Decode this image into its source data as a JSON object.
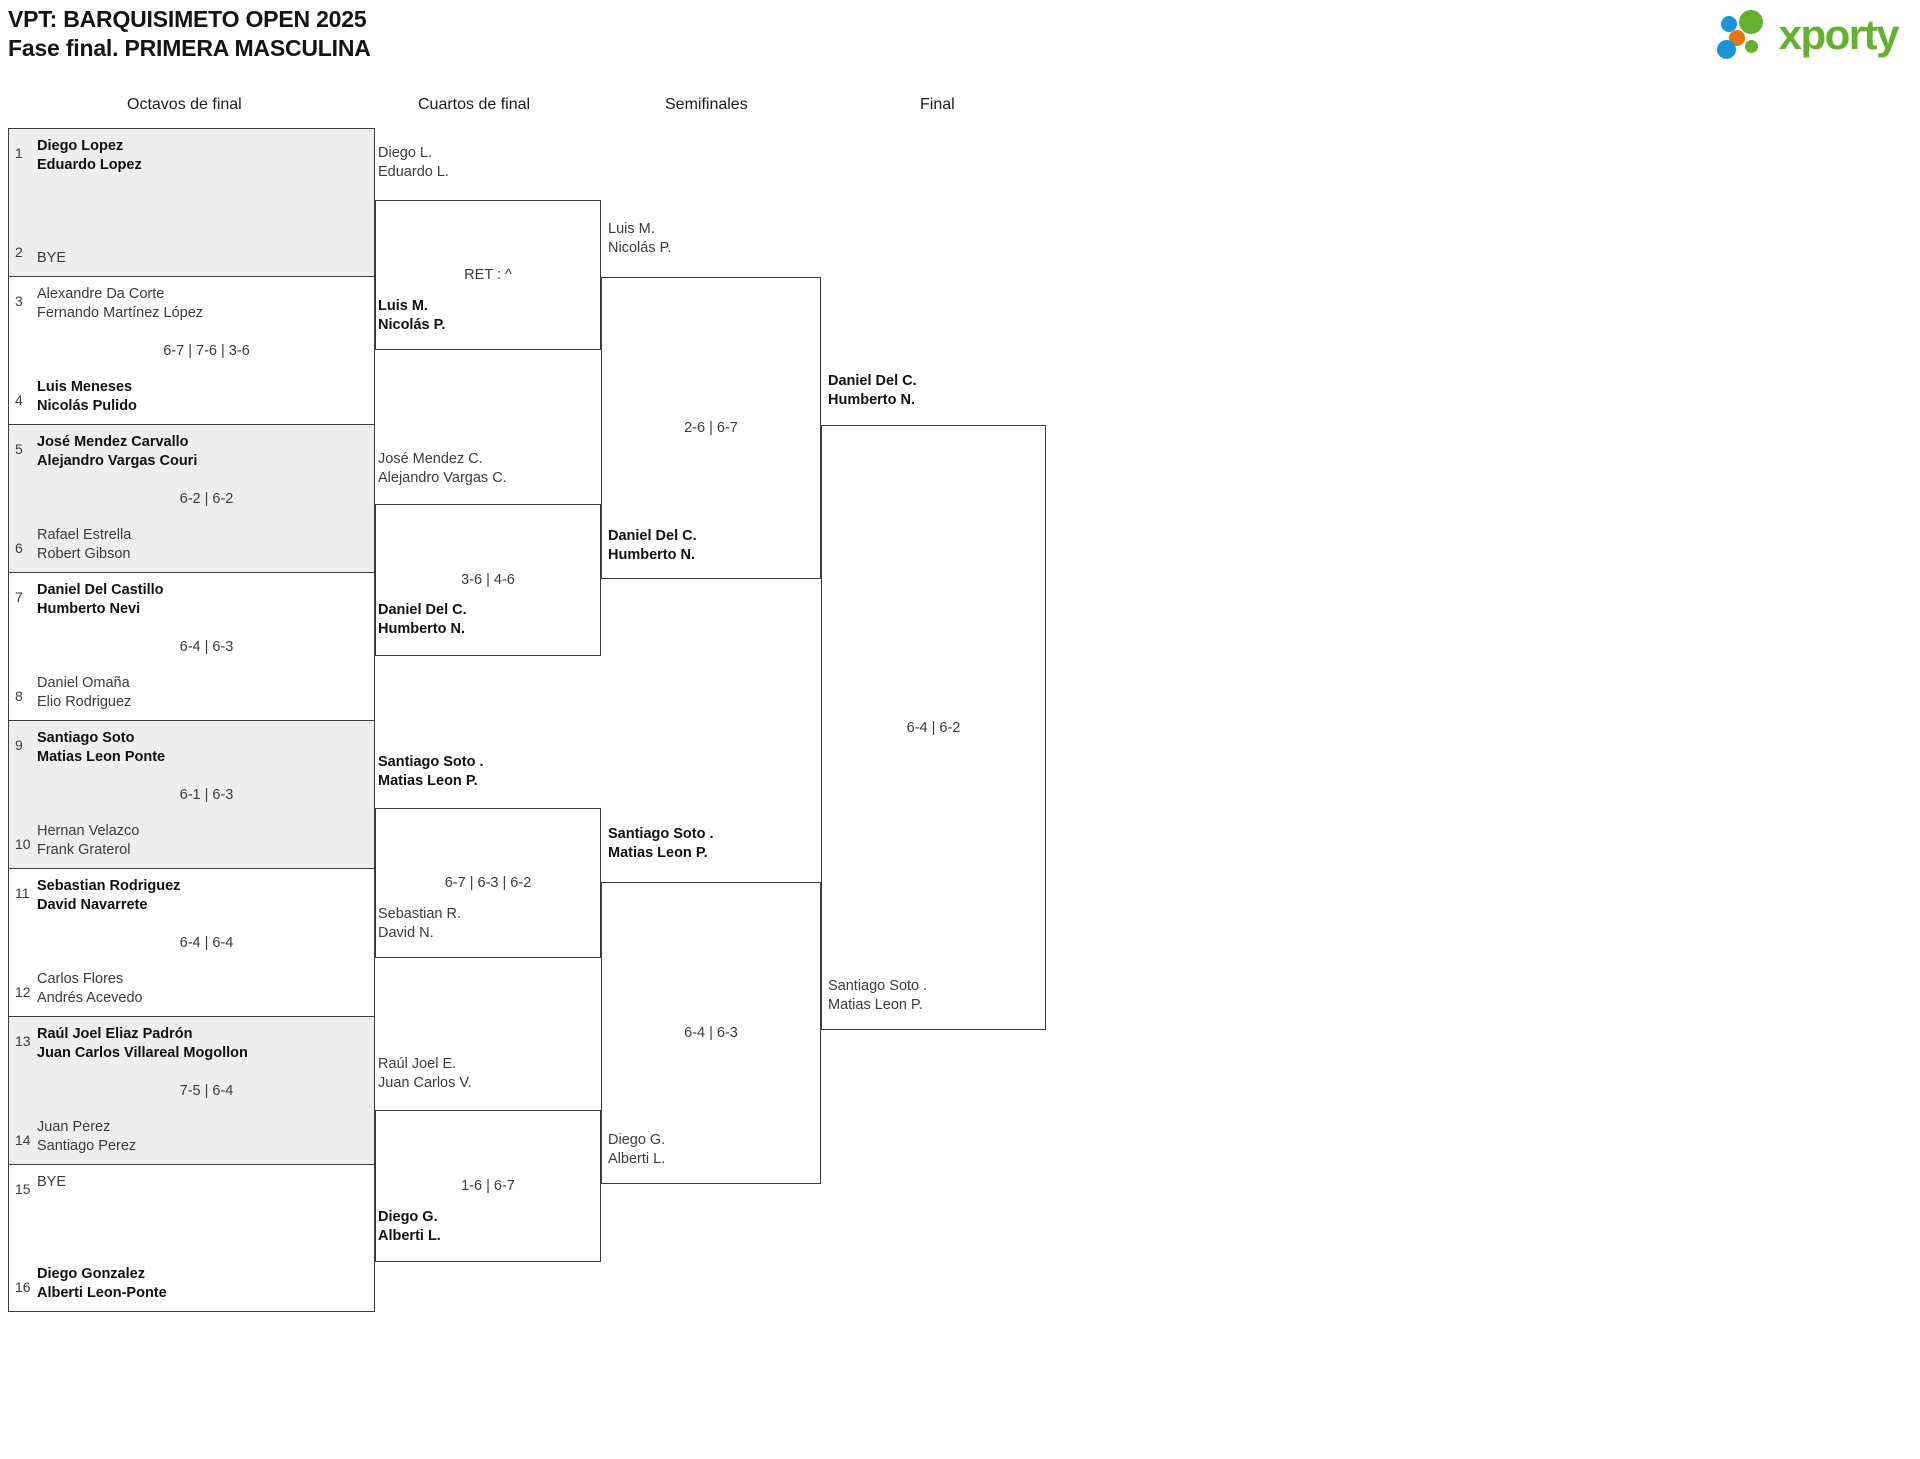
{
  "header": {
    "title_line1": "VPT: BARQUISIMETO OPEN 2025",
    "title_line2": "Fase final. PRIMERA MASCULINA",
    "logo_text": "xporty",
    "logo_colors": {
      "green": "#62b22f",
      "blue": "#1896d8",
      "orange": "#e8720c"
    }
  },
  "rounds": [
    {
      "label": "Octavos de final"
    },
    {
      "label": "Cuartos de final"
    },
    {
      "label": "Semifinales"
    },
    {
      "label": "Final"
    }
  ],
  "round1": [
    {
      "seed_top": "1",
      "seed_bot": "2",
      "top": {
        "p1": "Diego Lopez",
        "p2": "Eduardo Lopez",
        "winner": true
      },
      "bottom": {
        "p1": "BYE",
        "p2": "",
        "winner": false,
        "bye": true
      },
      "score": "",
      "shaded": true
    },
    {
      "seed_top": "3",
      "seed_bot": "4",
      "top": {
        "p1": "Alexandre Da Corte",
        "p2": "Fernando Martínez López",
        "winner": false
      },
      "bottom": {
        "p1": "Luis Meneses",
        "p2": "Nicolás Pulido",
        "winner": true
      },
      "score": "6-7 | 7-6 | 3-6",
      "shaded": false
    },
    {
      "seed_top": "5",
      "seed_bot": "6",
      "top": {
        "p1": "José Mendez Carvallo",
        "p2": "Alejandro Vargas Couri",
        "winner": true
      },
      "bottom": {
        "p1": "Rafael Estrella",
        "p2": "Robert Gibson",
        "winner": false
      },
      "score": "6-2 | 6-2",
      "shaded": true
    },
    {
      "seed_top": "7",
      "seed_bot": "8",
      "top": {
        "p1": "Daniel Del Castillo",
        "p2": "Humberto Nevi",
        "winner": true
      },
      "bottom": {
        "p1": "Daniel Omaña",
        "p2": "Elio Rodriguez",
        "winner": false
      },
      "score": "6-4 | 6-3",
      "shaded": false
    },
    {
      "seed_top": "9",
      "seed_bot": "10",
      "top": {
        "p1": "Santiago Soto",
        "p2": "Matias Leon Ponte",
        "winner": true
      },
      "bottom": {
        "p1": "Hernan Velazco",
        "p2": "Frank Graterol",
        "winner": false
      },
      "score": "6-1 | 6-3",
      "shaded": true
    },
    {
      "seed_top": "11",
      "seed_bot": "12",
      "top": {
        "p1": "Sebastian Rodriguez",
        "p2": "David Navarrete",
        "winner": true
      },
      "bottom": {
        "p1": "Carlos Flores",
        "p2": "Andrés Acevedo",
        "winner": false
      },
      "score": "6-4 | 6-4",
      "shaded": false
    },
    {
      "seed_top": "13",
      "seed_bot": "14",
      "top": {
        "p1": "Raúl Joel Eliaz Padrón",
        "p2": "Juan Carlos Villareal Mogollon",
        "winner": true
      },
      "bottom": {
        "p1": "Juan Perez",
        "p2": "Santiago Perez",
        "winner": false
      },
      "score": "7-5 | 6-4",
      "shaded": true
    },
    {
      "seed_top": "15",
      "seed_bot": "16",
      "top": {
        "p1": "BYE",
        "p2": "",
        "winner": false,
        "bye": true
      },
      "bottom": {
        "p1": "Diego Gonzalez",
        "p2": "Alberti Leon-Ponte",
        "winner": true
      },
      "score": "",
      "shaded": false
    }
  ],
  "round2": [
    {
      "top": {
        "p1": "Diego L.",
        "p2": "Eduardo L.",
        "winner": false
      },
      "bottom": {
        "p1": "Luis M.",
        "p2": "Nicolás P.",
        "winner": true
      },
      "score": "RET : ^"
    },
    {
      "top": {
        "p1": "José Mendez C.",
        "p2": "Alejandro Vargas C.",
        "winner": false
      },
      "bottom": {
        "p1": "Daniel Del C.",
        "p2": "Humberto N.",
        "winner": true
      },
      "score": "3-6 | 4-6"
    },
    {
      "top": {
        "p1": "Santiago Soto .",
        "p2": "Matias Leon P.",
        "winner": true
      },
      "bottom": {
        "p1": "Sebastian R.",
        "p2": "David N.",
        "winner": false
      },
      "score": "6-7 | 6-3 | 6-2"
    },
    {
      "top": {
        "p1": "Raúl Joel E.",
        "p2": "Juan Carlos V.",
        "winner": false
      },
      "bottom": {
        "p1": "Diego G.",
        "p2": "Alberti L.",
        "winner": true
      },
      "score": "1-6 | 6-7"
    }
  ],
  "round3": [
    {
      "top": {
        "p1": "Luis M.",
        "p2": "Nicolás P.",
        "winner": false
      },
      "bottom": {
        "p1": "Daniel Del C.",
        "p2": "Humberto N.",
        "winner": true
      },
      "score": "2-6 | 6-7"
    },
    {
      "top": {
        "p1": "Santiago Soto .",
        "p2": "Matias Leon P.",
        "winner": true
      },
      "bottom": {
        "p1": "Diego G.",
        "p2": "Alberti L.",
        "winner": false
      },
      "score": "6-4 | 6-3"
    }
  ],
  "round4": [
    {
      "top": {
        "p1": "Daniel Del C.",
        "p2": "Humberto N.",
        "winner": true
      },
      "bottom": {
        "p1": "Santiago Soto .",
        "p2": "Matias Leon P.",
        "winner": false
      },
      "score": "6-4 | 6-2"
    }
  ]
}
